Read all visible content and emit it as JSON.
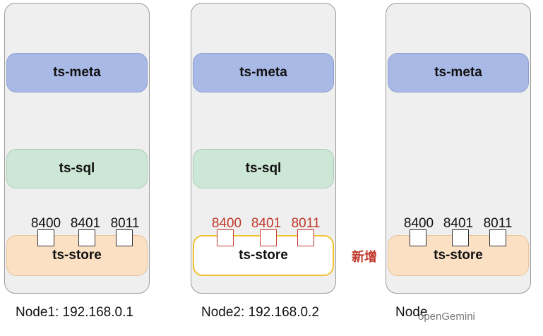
{
  "nodes": [
    {
      "meta": "ts-meta",
      "sql": "ts-sql",
      "store": "ts-store",
      "ports": [
        "8400",
        "8401",
        "8011"
      ],
      "caption": "Node1: 192.168.0.1"
    },
    {
      "meta": "ts-meta",
      "sql": "ts-sql",
      "store": "ts-store",
      "ports": [
        "8400",
        "8401",
        "8011"
      ],
      "caption": "Node2: 192.168.0.2"
    },
    {
      "meta": "ts-meta",
      "store": "ts-store",
      "ports": [
        "8400",
        "8401",
        "8011"
      ],
      "caption": "Node"
    }
  ],
  "added_label": "新增",
  "watermark": "openGemini",
  "colors": {
    "meta_fill": "#a9b9e6",
    "sql_fill": "#cde7d6",
    "store_fill": "#fbe0c4",
    "new_store_border": "#f1c232",
    "highlight_red": "#c0392b",
    "node_fill": "#efefef"
  }
}
